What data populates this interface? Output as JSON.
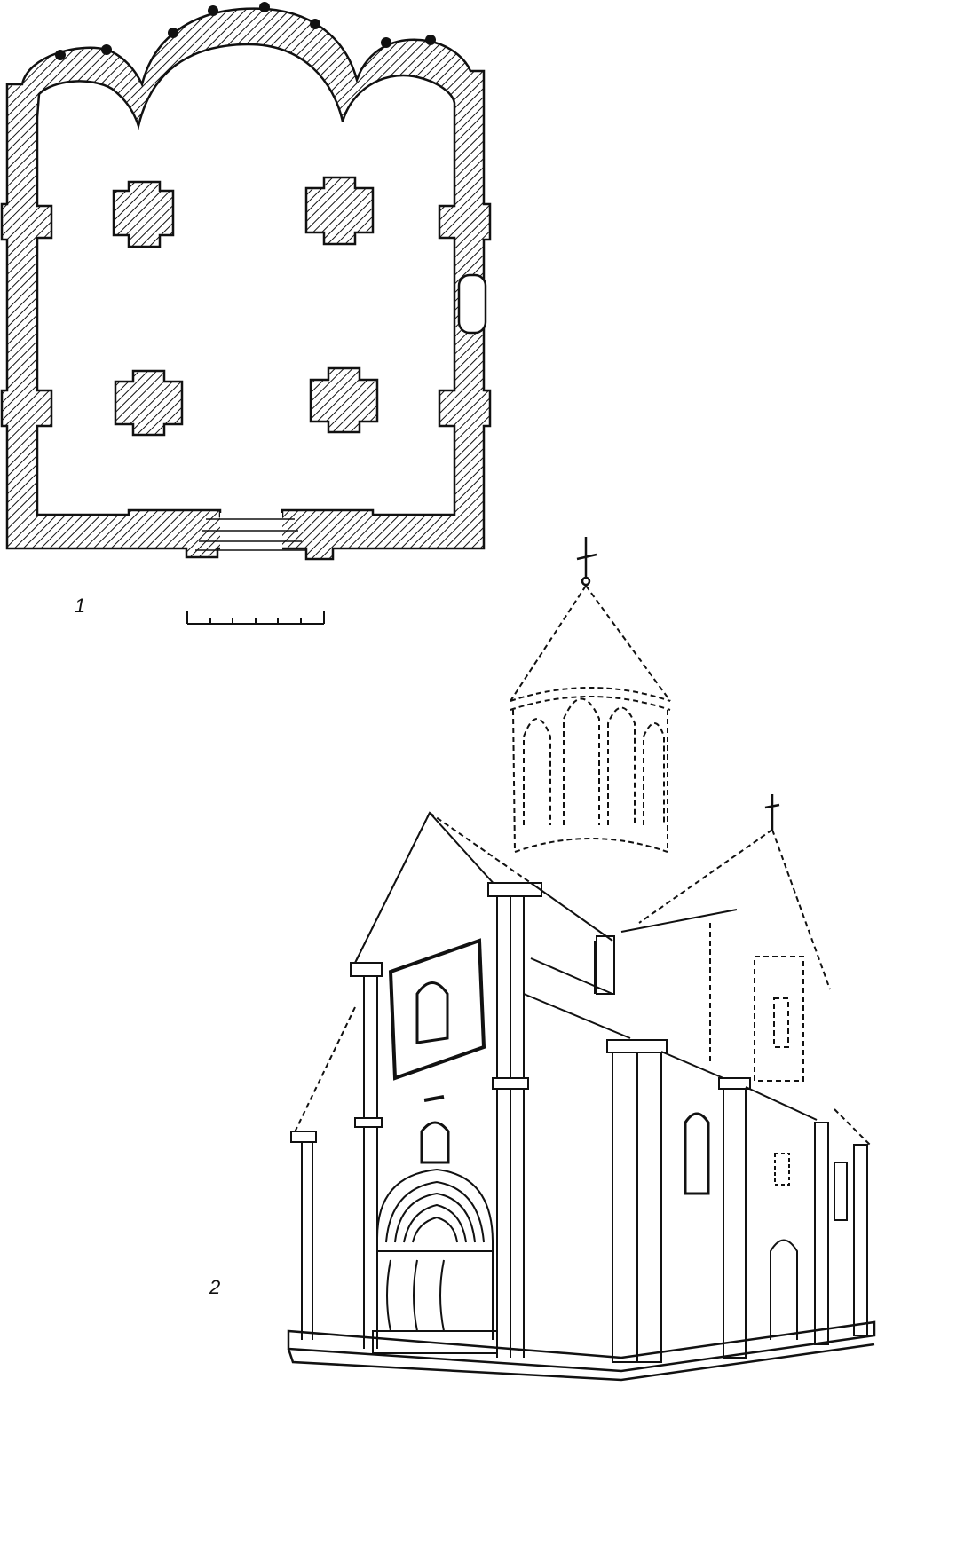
{
  "figure": {
    "plan_label": "1",
    "elevation_label": "2",
    "scale_bar_divisions": 6,
    "ink_color": "#111111",
    "paper_color": "#ffffff"
  }
}
